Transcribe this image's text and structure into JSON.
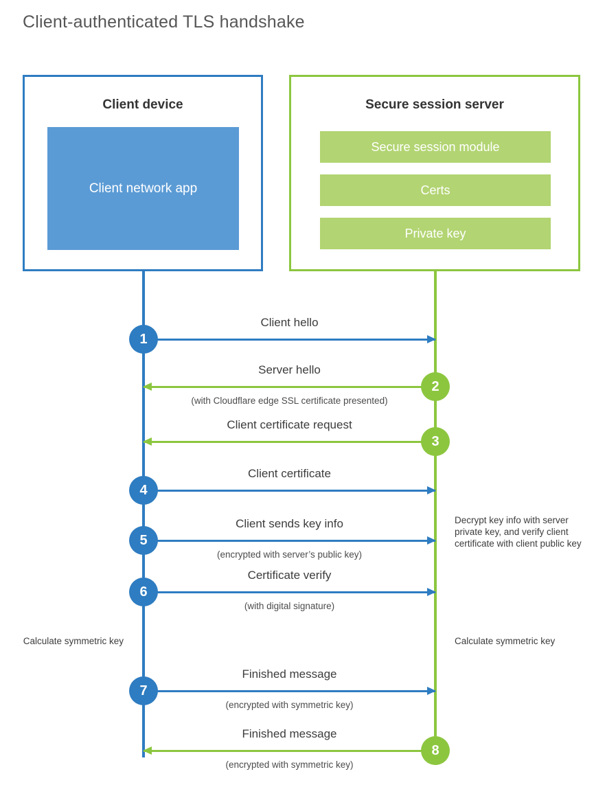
{
  "title": "Client-authenticated TLS handshake",
  "colors": {
    "client_blue": "#2e7cc1",
    "client_app_fill": "#5b9bd5",
    "server_green": "#8cc63f",
    "server_module_fill": "#b2d472",
    "title_gray": "#565656",
    "text_gray": "#3c3c3c"
  },
  "client": {
    "title": "Client device",
    "app_label": "Client network app"
  },
  "server": {
    "title": "Secure session server",
    "modules": [
      {
        "label": "Secure session module"
      },
      {
        "label": "Certs"
      },
      {
        "label": "Private key"
      }
    ]
  },
  "messages": [
    {
      "number": "1",
      "label": "Client hello",
      "sub": "",
      "direction": "client-to-server",
      "color": "blue"
    },
    {
      "number": "2",
      "label": "Server hello",
      "sub": "(with Cloudflare edge SSL certificate presented)",
      "direction": "server-to-client",
      "color": "green"
    },
    {
      "number": "3",
      "label": "Client certificate request",
      "sub": "",
      "direction": "server-to-client",
      "color": "green"
    },
    {
      "number": "4",
      "label": "Client certificate",
      "sub": "",
      "direction": "client-to-server",
      "color": "blue"
    },
    {
      "number": "5",
      "label": "Client sends key info",
      "sub": "(encrypted with server’s public key)",
      "direction": "client-to-server",
      "color": "blue"
    },
    {
      "number": "6",
      "label": "Certificate verify",
      "sub": "(with digital signature)",
      "direction": "client-to-server",
      "color": "blue"
    },
    {
      "number": "7",
      "label": "Finished message",
      "sub": "(encrypted with symmetric key)",
      "direction": "client-to-server",
      "color": "blue"
    },
    {
      "number": "8",
      "label": "Finished message",
      "sub": "(encrypted with symmetric key)",
      "direction": "server-to-client",
      "color": "green"
    }
  ],
  "notes": {
    "decrypt": "Decrypt key info with server private key, and verify client certificate with client public key",
    "client_calculate": "Calculate symmetric key",
    "server_calculate": "Calculate symmetric key"
  }
}
